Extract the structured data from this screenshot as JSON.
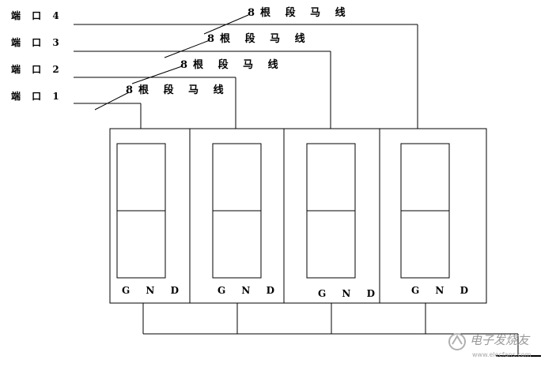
{
  "ports": [
    "端 口 1",
    "端 口 2",
    "端 口 3",
    "端 口 4"
  ],
  "bus_label": "8根 段 马 线",
  "digits": [
    {
      "gnd_label": "G N D"
    },
    {
      "gnd_label": "G N D"
    },
    {
      "gnd_label": "G N D"
    },
    {
      "gnd_label": "G N D"
    }
  ],
  "watermark": {
    "text": "电子发烧友",
    "url": "www.elecfans.com"
  }
}
